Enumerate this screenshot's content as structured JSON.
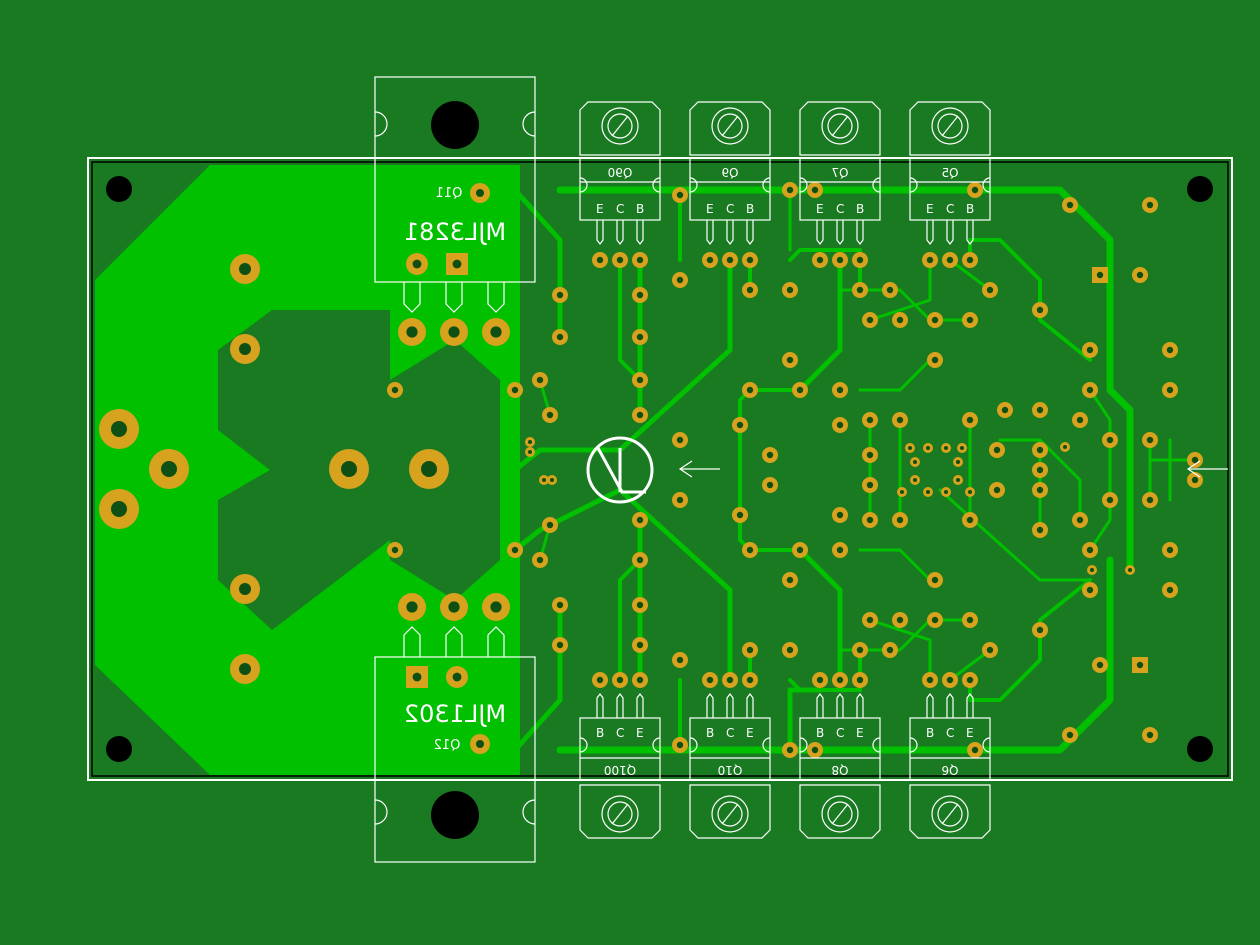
{
  "board": {
    "colors": {
      "background": "#1a7a22",
      "copper": "#00c000",
      "pad": "#d7a21d",
      "drill": "#0e4f13",
      "silkscreen": "#ffffff",
      "mounting_hole": "#000000"
    }
  },
  "power_transistors": [
    {
      "ref": "Q11",
      "part": "MJL3281",
      "pins": []
    },
    {
      "ref": "Q12",
      "part": "MJL1302",
      "pins": []
    }
  ],
  "driver_transistors_top": [
    {
      "ref": "Q90",
      "pins": [
        "B",
        "C",
        "E"
      ]
    },
    {
      "ref": "Q9",
      "pins": [
        "B",
        "C",
        "E"
      ]
    },
    {
      "ref": "Q7",
      "pins": [
        "B",
        "C",
        "E"
      ]
    },
    {
      "ref": "Q5",
      "pins": [
        "B",
        "C",
        "E"
      ]
    }
  ],
  "driver_transistors_bottom": [
    {
      "ref": "Q100",
      "pins": [
        "B",
        "C",
        "E"
      ]
    },
    {
      "ref": "Q10",
      "pins": [
        "B",
        "C",
        "E"
      ]
    },
    {
      "ref": "Q8",
      "pins": [
        "B",
        "C",
        "E"
      ]
    },
    {
      "ref": "Q6",
      "pins": [
        "B",
        "C",
        "E"
      ]
    }
  ],
  "center_logo": {
    "icon": "vl-logo-icon"
  },
  "arrows": [
    {
      "icon": "arrow-left-icon"
    },
    {
      "icon": "arrow-left-icon"
    }
  ]
}
